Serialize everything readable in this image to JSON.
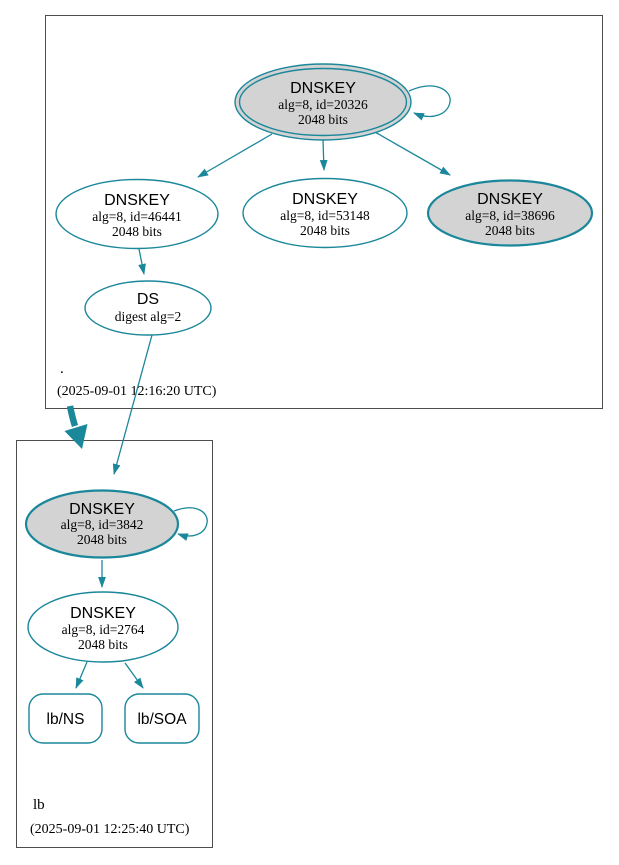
{
  "colors": {
    "edge_teal": "#1a879a",
    "key_fill_gray": "#d3d3d3",
    "node_fill_white": "#ffffff",
    "cluster_border_gray": "#4d4d4d",
    "text_black": "#000000",
    "background": "#ffffff"
  },
  "zones": [
    {
      "name": ".",
      "timestamp": "(2025-09-01 12:16:20 UTC)",
      "nodes": [
        {
          "label": "DNSKEY",
          "detail1": "alg=8, id=20326",
          "detail2": "2048 bits"
        },
        {
          "label": "DNSKEY",
          "detail1": "alg=8, id=46441",
          "detail2": "2048 bits"
        },
        {
          "label": "DNSKEY",
          "detail1": "alg=8, id=53148",
          "detail2": "2048 bits"
        },
        {
          "label": "DNSKEY",
          "detail1": "alg=8, id=38696",
          "detail2": "2048 bits"
        },
        {
          "label": "DS",
          "detail1": "digest alg=2"
        }
      ]
    },
    {
      "name": "lb",
      "timestamp": "(2025-09-01 12:25:40 UTC)",
      "nodes": [
        {
          "label": "DNSKEY",
          "detail1": "alg=8, id=3842",
          "detail2": "2048 bits"
        },
        {
          "label": "DNSKEY",
          "detail1": "alg=8, id=2764",
          "detail2": "2048 bits"
        },
        {
          "label": "lb/NS"
        },
        {
          "label": "lb/SOA"
        }
      ]
    }
  ]
}
